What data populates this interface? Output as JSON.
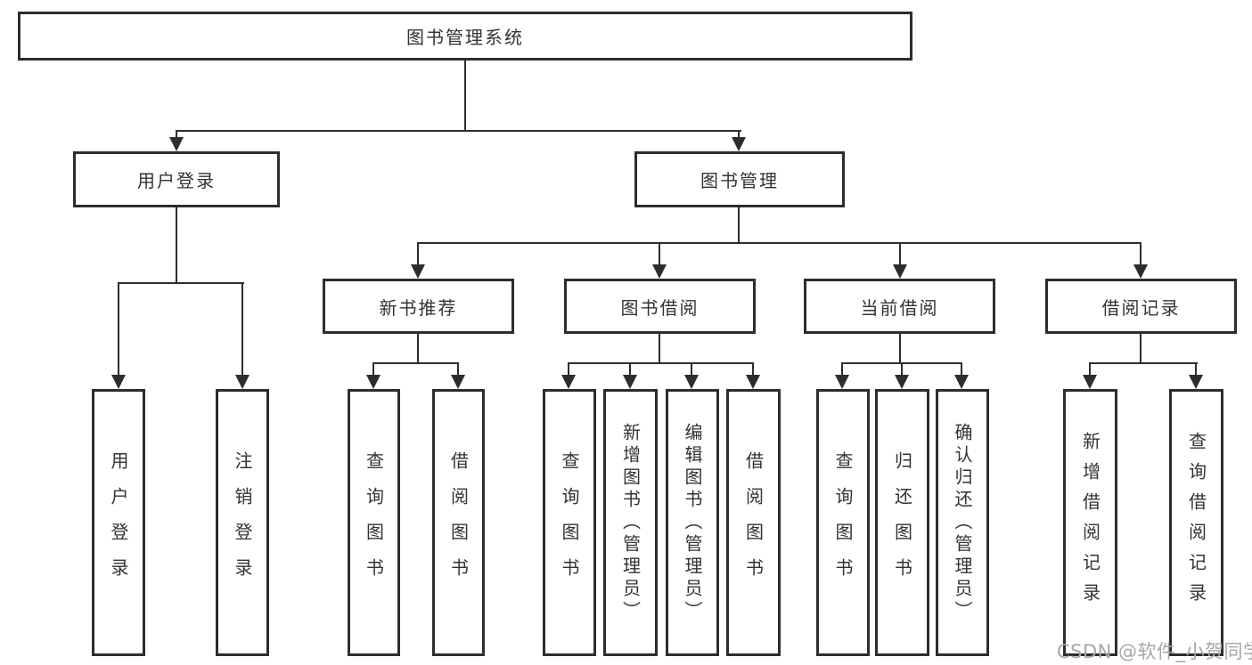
{
  "diagram_type": "hierarchy-tree",
  "watermark": "CSDN @软件_小贺同学",
  "colors": {
    "background": "#ffffff",
    "box_border": "#2d2d2d",
    "connector_line": "#2d2d2d",
    "text": "#333333",
    "watermark_text": "#a8a6a6"
  },
  "tree": {
    "label": "图书管理系统",
    "children": [
      {
        "label": "用户登录",
        "children": [
          {
            "label": "用户登录"
          },
          {
            "label": "注销登录"
          }
        ]
      },
      {
        "label": "图书管理",
        "children": [
          {
            "label": "新书推荐",
            "children": [
              {
                "label": "查询图书"
              },
              {
                "label": "借阅图书"
              }
            ]
          },
          {
            "label": "图书借阅",
            "children": [
              {
                "label": "查询图书"
              },
              {
                "label": "新增图书（管理员）"
              },
              {
                "label": "编辑图书（管理员）"
              },
              {
                "label": "借阅图书"
              }
            ]
          },
          {
            "label": "当前借阅",
            "children": [
              {
                "label": "查询图书"
              },
              {
                "label": "归还图书"
              },
              {
                "label": "确认归还（管理员）"
              }
            ]
          },
          {
            "label": "借阅记录",
            "children": [
              {
                "label": "新增借阅记录"
              },
              {
                "label": "查询借阅记录"
              }
            ]
          }
        ]
      }
    ]
  }
}
